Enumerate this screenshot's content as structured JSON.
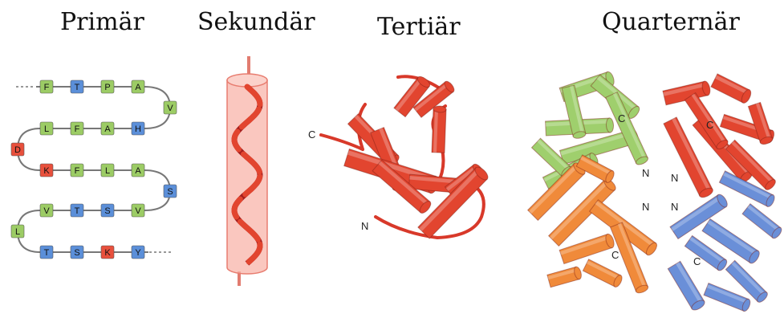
{
  "titles": {
    "primary": "Primär",
    "secondary": "Sekundär",
    "tertiary": "Tertiär",
    "quaternary": "Quarternär"
  },
  "colors": {
    "hydrophobic": "#9ccc65",
    "polar": "#5b8fd9",
    "charged": "#e8503c",
    "helix_red": "#e2452f",
    "helix_green": "#9fcf6d",
    "helix_orange": "#f08a3a",
    "helix_blue": "#6a8fd8"
  },
  "primary_rows": [
    [
      {
        "l": "F",
        "c": "hydrophobic"
      },
      {
        "l": "T",
        "c": "polar"
      },
      {
        "l": "P",
        "c": "hydrophobic"
      },
      {
        "l": "A",
        "c": "hydrophobic"
      }
    ],
    [
      {
        "l": "V",
        "c": "hydrophobic"
      }
    ],
    [
      {
        "l": "L",
        "c": "hydrophobic"
      },
      {
        "l": "F",
        "c": "hydrophobic"
      },
      {
        "l": "A",
        "c": "hydrophobic"
      },
      {
        "l": "H",
        "c": "polar"
      }
    ],
    [
      {
        "l": "D",
        "c": "charged"
      }
    ],
    [
      {
        "l": "K",
        "c": "charged"
      },
      {
        "l": "F",
        "c": "hydrophobic"
      },
      {
        "l": "L",
        "c": "hydrophobic"
      },
      {
        "l": "A",
        "c": "hydrophobic"
      }
    ],
    [
      {
        "l": "S",
        "c": "polar"
      }
    ],
    [
      {
        "l": "V",
        "c": "hydrophobic"
      },
      {
        "l": "T",
        "c": "polar"
      },
      {
        "l": "S",
        "c": "polar"
      },
      {
        "l": "V",
        "c": "hydrophobic"
      }
    ],
    [
      {
        "l": "L",
        "c": "hydrophobic"
      }
    ],
    [
      {
        "l": "T",
        "c": "polar"
      },
      {
        "l": "S",
        "c": "polar"
      },
      {
        "l": "K",
        "c": "charged"
      },
      {
        "l": "Y",
        "c": "polar"
      }
    ]
  ],
  "end_labels": {
    "tertiary_c": "C",
    "tertiary_n": "N",
    "quat_c": "C",
    "quat_n": "N"
  }
}
